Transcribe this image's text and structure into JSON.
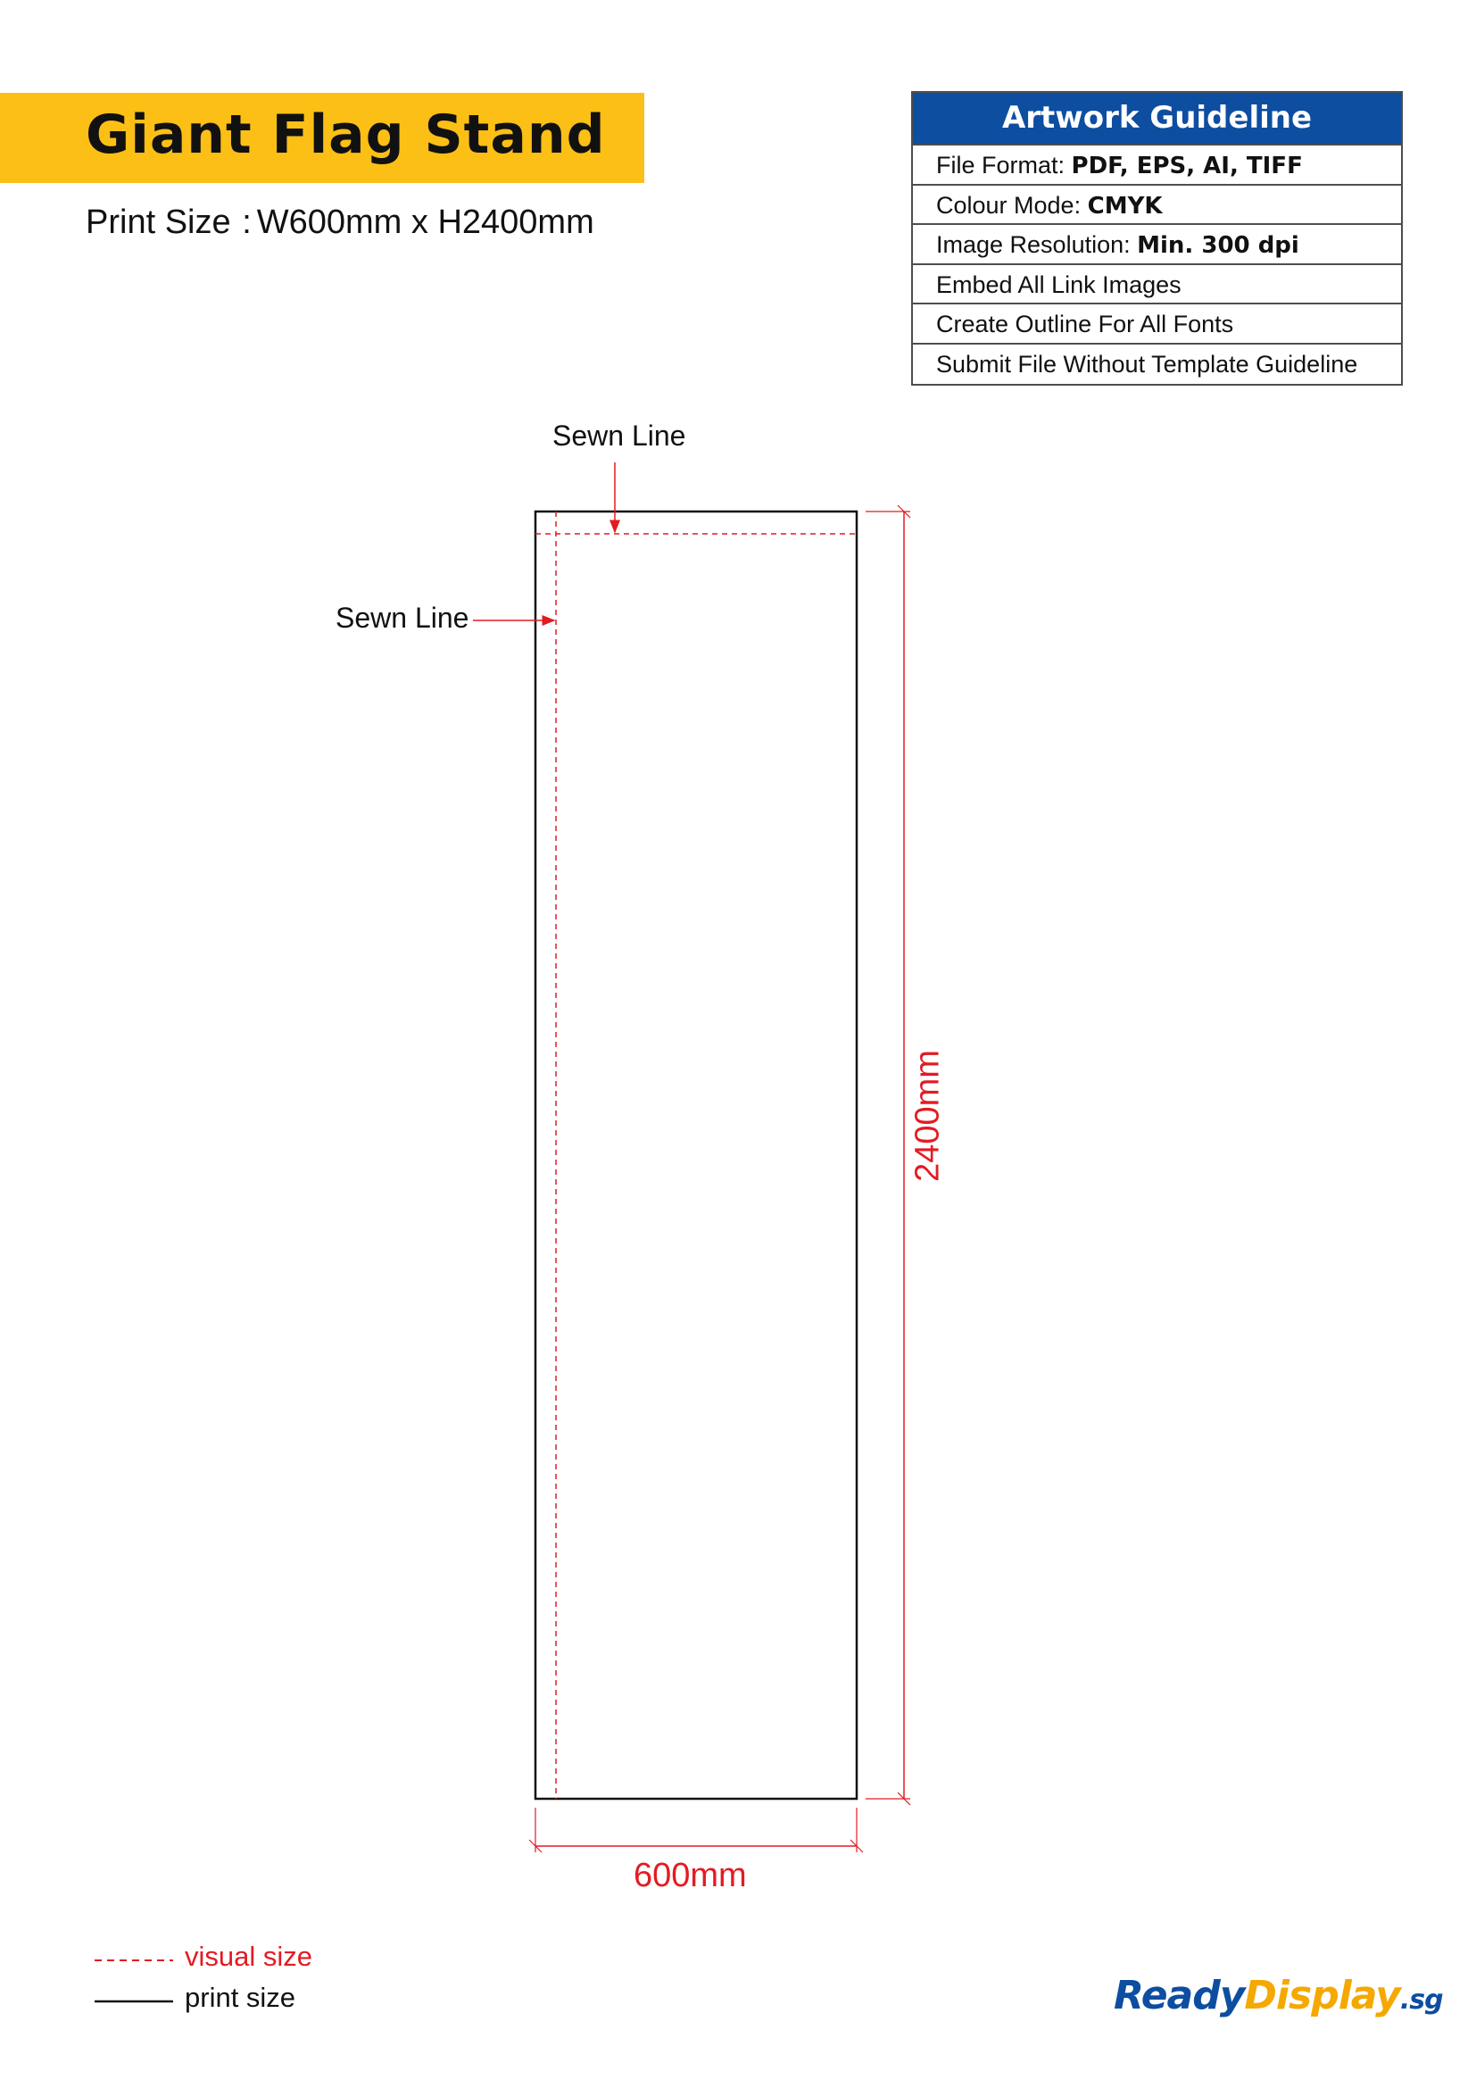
{
  "header": {
    "title": "Giant Flag Stand",
    "print_size_label": "Print Size",
    "print_size_separator": ":",
    "print_size_value": "W600mm x H2400mm"
  },
  "guideline": {
    "heading": "Artwork Guideline",
    "rows": [
      {
        "label": "File Format:",
        "value": "PDF, EPS, AI, TIFF"
      },
      {
        "label": "Colour Mode:",
        "value": "CMYK"
      },
      {
        "label": "Image Resolution:",
        "value": "Min. 300 dpi"
      },
      {
        "label": "Embed All Link Images",
        "value": ""
      },
      {
        "label": "Create Outline For All Fonts",
        "value": ""
      },
      {
        "label": "Submit File Without Template Guideline",
        "value": ""
      }
    ]
  },
  "diagram": {
    "sewn_line_top": "Sewn Line",
    "sewn_line_left": "Sewn Line",
    "height_dimension": "2400mm",
    "width_dimension": "600mm"
  },
  "legend": {
    "visual_size": "visual size",
    "print_size": "print size"
  },
  "logo": {
    "ready": "Ready",
    "display": "Display",
    "sg": ".sg"
  },
  "colors": {
    "banner": "#fbbf16",
    "guide_header": "#0d4ea1",
    "dimension_red": "#e31b23"
  }
}
